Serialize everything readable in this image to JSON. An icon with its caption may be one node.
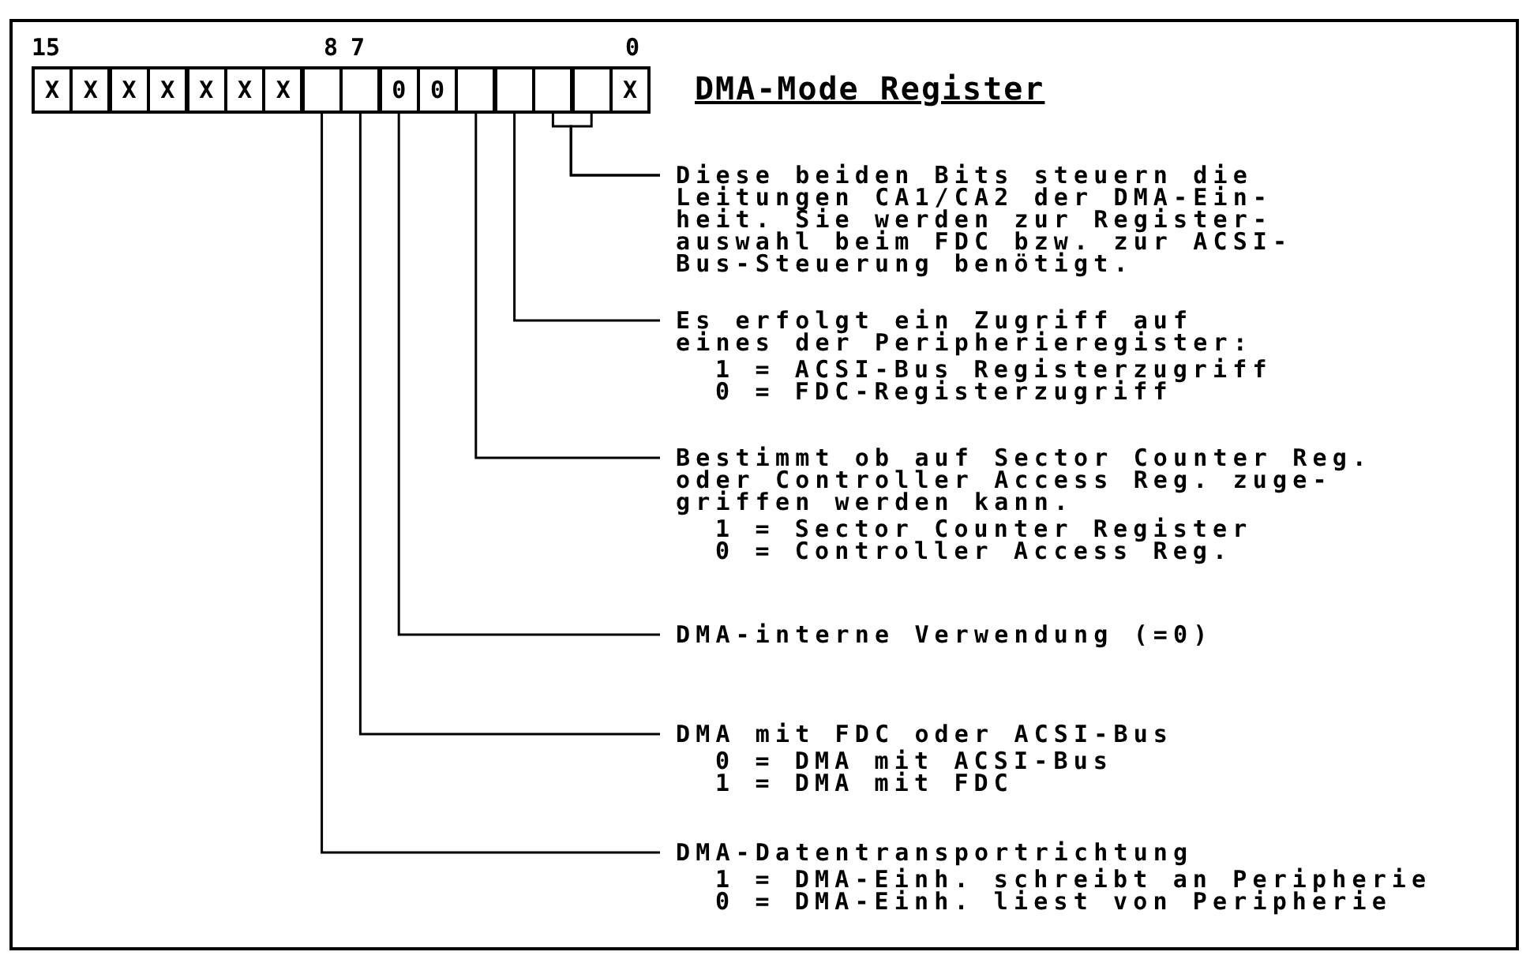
{
  "diagram": {
    "title": "DMA-Mode Register",
    "nodes": [
      {
        "text": [
          "X"
        ]
      },
      {
        "text": [
          "X"
        ]
      },
      {
        "text": [
          "X"
        ]
      },
      {
        "text": [
          "X"
        ]
      },
      {
        "text": [
          "X"
        ]
      },
      {
        "text": [
          "X"
        ]
      },
      {
        "text": [
          "X"
        ]
      },
      {
        "text": [],
        "shape": "box"
      },
      {
        "text": [],
        "shape": "box"
      },
      {
        "text": [
          "0"
        ]
      },
      {
        "text": [
          "0"
        ]
      },
      {
        "text": [],
        "shape": "box"
      },
      {
        "text": [],
        "shape": "box"
      },
      {
        "text": [],
        "shape": "box"
      },
      {
        "text": [],
        "shape": "box"
      },
      {
        "text": [
          "X"
        ]
      },
      {
        "text": [
          "Diese beiden Bits steuern die Leitungen CA1/CA2 der DMA-Ein- heit. Sie werden zur Register- auswahl beim FDC bzw. zur ACSI- Bus-Steuerung benötigt."
        ]
      },
      {
        "text": [
          "Es erfolgt ein Zugriff auf eines der Peripherieregister:",
          "1 = ACSI-Bus Registerzugriff",
          "0 = FDC-Registerzugriff"
        ]
      },
      {
        "text": [
          "Bestimmt ob auf Sector Counter Reg. oder Controller Access Reg. zuge- griffen werden kann.",
          "1 = Sector Counter Register",
          "0 = Controller Access Reg."
        ]
      },
      {
        "text": [
          "DMA-interne Verwendung (=0)"
        ]
      },
      {
        "text": [
          "DMA mit FDC oder ACSI-Bus",
          "0 = DMA mit ACSI-Bus",
          "1 = DMA mit FDC"
        ]
      },
      {
        "text": [
          "DMA-Datentransportrichtung",
          "1 = DMA-Einh. schreibt an Peripherie",
          "0 = DMA-Einh. liest von Peripherie"
        ]
      }
    ],
    "edges": [
      {
        "from": 16,
        "to": 13,
        "arrow": "none"
      },
      {
        "from": 16,
        "to": 14,
        "arrow": "none"
      },
      {
        "from": 17,
        "to": 12,
        "arrow": "none"
      },
      {
        "from": 18,
        "to": 11,
        "arrow": "none"
      },
      {
        "from": 19,
        "to": 9,
        "arrow": "none"
      },
      {
        "from": 20,
        "to": 8,
        "arrow": "none"
      },
      {
        "from": 21,
        "to": 7,
        "arrow": "none"
      }
    ],
    "labels": [
      "15",
      "8",
      "7",
      "0"
    ]
  }
}
